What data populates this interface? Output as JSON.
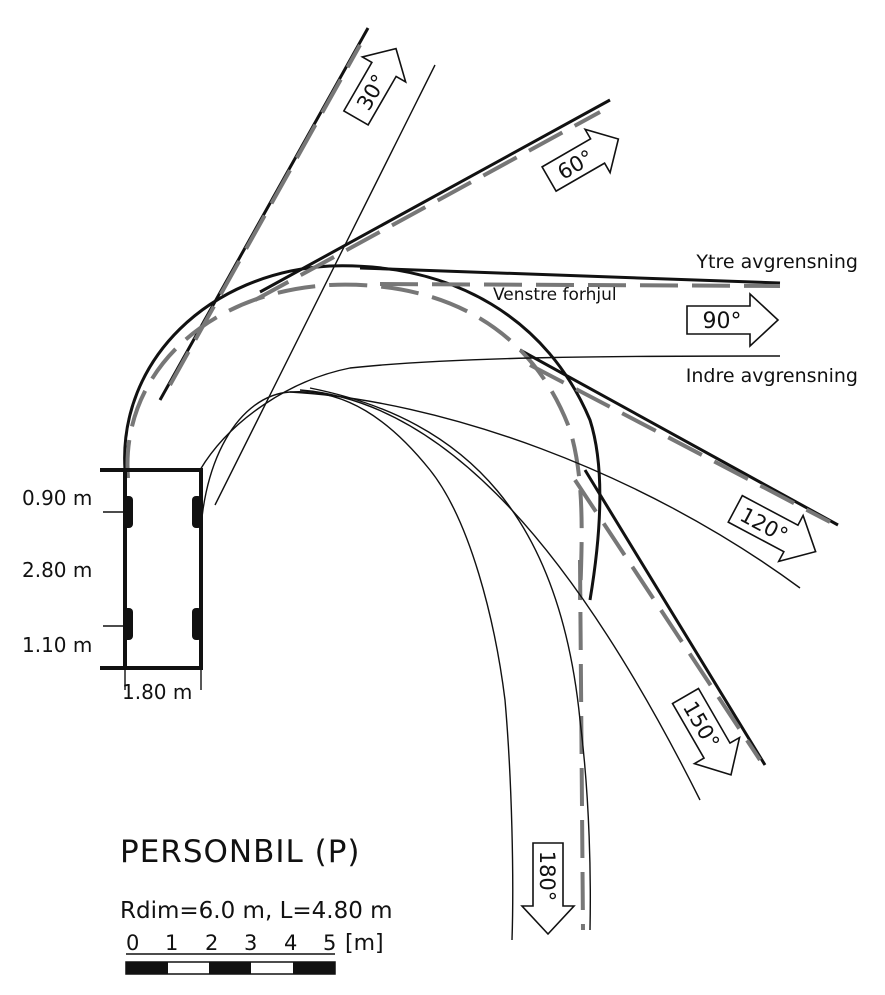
{
  "labels": {
    "outer_boundary": "Ytre avgrensning",
    "left_front_wheel": "Venstre forhjul",
    "inner_boundary": "Indre avgrensning"
  },
  "angles": [
    "30°",
    "60°",
    "90°",
    "120°",
    "150°",
    "180°"
  ],
  "vehicle": {
    "front_overhang": "0.90 m",
    "wheelbase": "2.80 m",
    "rear_overhang": "1.10 m",
    "width": "1.80 m"
  },
  "title": "PERSONBIL (P)",
  "specs": "Rdim=6.0 m, L=4.80 m",
  "scale": {
    "ticks": [
      "0",
      "1",
      "2",
      "3",
      "4",
      "5"
    ],
    "unit": "[m]"
  }
}
